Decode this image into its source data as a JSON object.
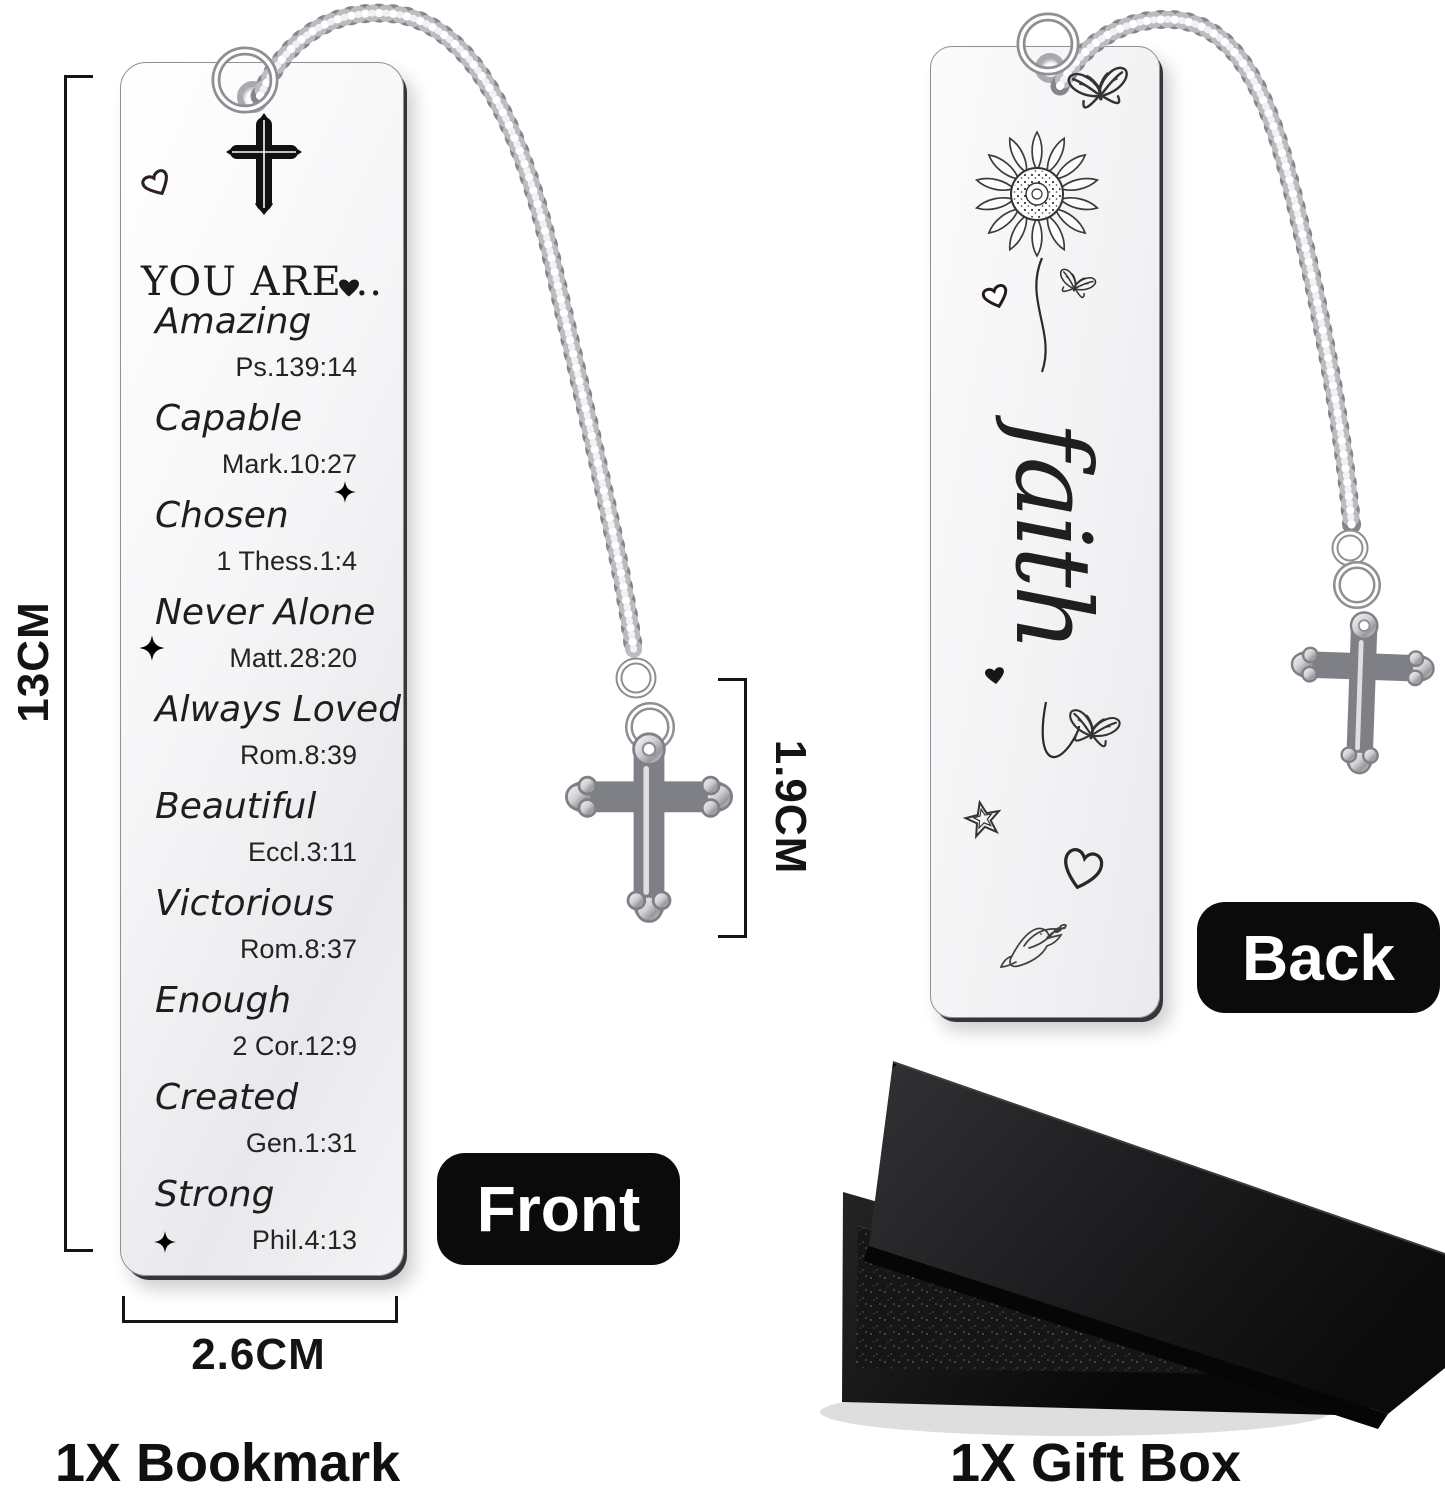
{
  "front_bookmark": {
    "title": "YOU ARE...",
    "items": [
      {
        "word": "Amazing",
        "reference": "Ps.139:14"
      },
      {
        "word": "Capable",
        "reference": "Mark.10:27"
      },
      {
        "word": "Chosen",
        "reference": "1 Thess.1:4"
      },
      {
        "word": "Never Alone",
        "reference": "Matt.28:20"
      },
      {
        "word": "Always Loved",
        "reference": "Rom.8:39"
      },
      {
        "word": "Beautiful",
        "reference": "Eccl.3:11"
      },
      {
        "word": "Victorious",
        "reference": "Rom.8:37"
      },
      {
        "word": "Enough",
        "reference": "2 Cor.12:9"
      },
      {
        "word": "Created",
        "reference": "Gen.1:31"
      },
      {
        "word": "Strong",
        "reference": "Phil.4:13"
      }
    ],
    "icons": [
      "cross-icon",
      "heart-icon",
      "sparkle-icon"
    ]
  },
  "back_bookmark": {
    "script_word": "faith",
    "icons": [
      "butterfly-icon",
      "sunflower-icon",
      "heart-icon",
      "star-icon",
      "dove-icon"
    ]
  },
  "dimensions": {
    "height": "13CM",
    "width": "2.6CM",
    "charm_height": "1.9CM"
  },
  "labels": {
    "front": "Front",
    "back": "Back",
    "bookmark_count": "1X Bookmark",
    "gift_box_count": "1X Gift Box"
  },
  "colors": {
    "engraving": "#1e1e1e",
    "badge_bg": "#0b0b0b",
    "badge_text": "#ffffff",
    "metal_edge": "#35353a",
    "dimension_line": "#151515",
    "box_black": "#141414"
  }
}
